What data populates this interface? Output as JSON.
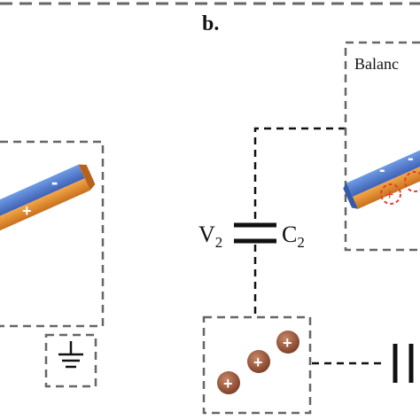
{
  "panel": {
    "label": "b."
  },
  "capacitor": {
    "voltage": "V",
    "voltage_sub": "2",
    "name": "C",
    "name_sub": "2"
  },
  "balance_box": {
    "label": "Balanc"
  },
  "charges": {
    "minus": "-",
    "plus": "+"
  },
  "colors": {
    "dash": "#555555",
    "film_blue": "#4a78c8",
    "film_orange": "#e8902c",
    "particle": "#9a5638",
    "charge_red": "#e23b2e"
  }
}
